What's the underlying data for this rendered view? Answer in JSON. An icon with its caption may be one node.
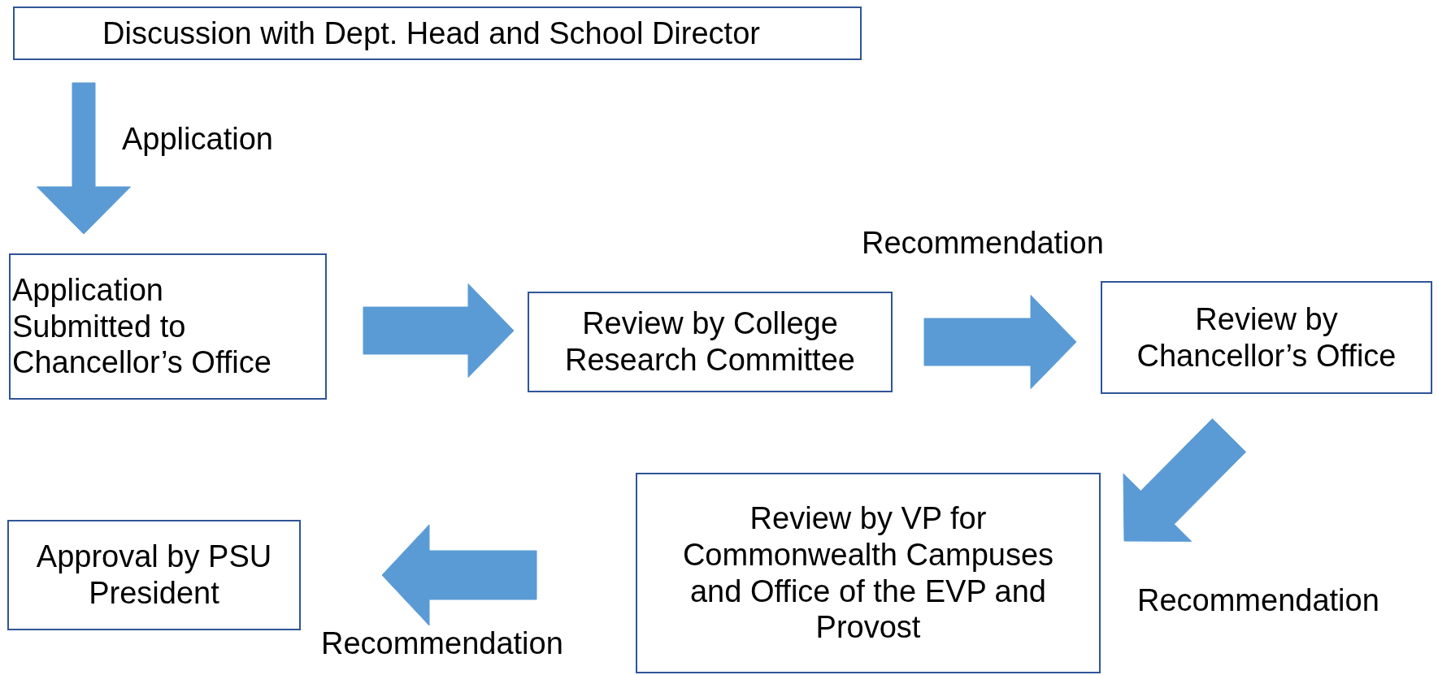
{
  "diagram": {
    "nodes": [
      {
        "text": [
          "Discussion with Dept. Head and School Director"
        ]
      },
      {
        "text": [
          "Application Submitted to Chancellor’s Office"
        ]
      },
      {
        "text": [
          "Review by College Research Committee"
        ]
      },
      {
        "text": [
          "Review by Chancellor’s Office"
        ]
      },
      {
        "text": [
          "Review by VP for Commonwealth Campuses and Office of the EVP and Provost"
        ]
      },
      {
        "text": [
          "Approval by PSU President"
        ]
      }
    ],
    "edges": [
      {
        "from": 0,
        "to": 1,
        "arrow": "to",
        "label": "Application"
      },
      {
        "from": 1,
        "to": 2,
        "arrow": "to"
      },
      {
        "from": 2,
        "to": 3,
        "arrow": "to",
        "label": "Recommendation"
      },
      {
        "from": 3,
        "to": 4,
        "arrow": "to",
        "label": "Recommendation"
      },
      {
        "from": 4,
        "to": 5,
        "arrow": "to",
        "label": "Recommendation"
      }
    ]
  }
}
